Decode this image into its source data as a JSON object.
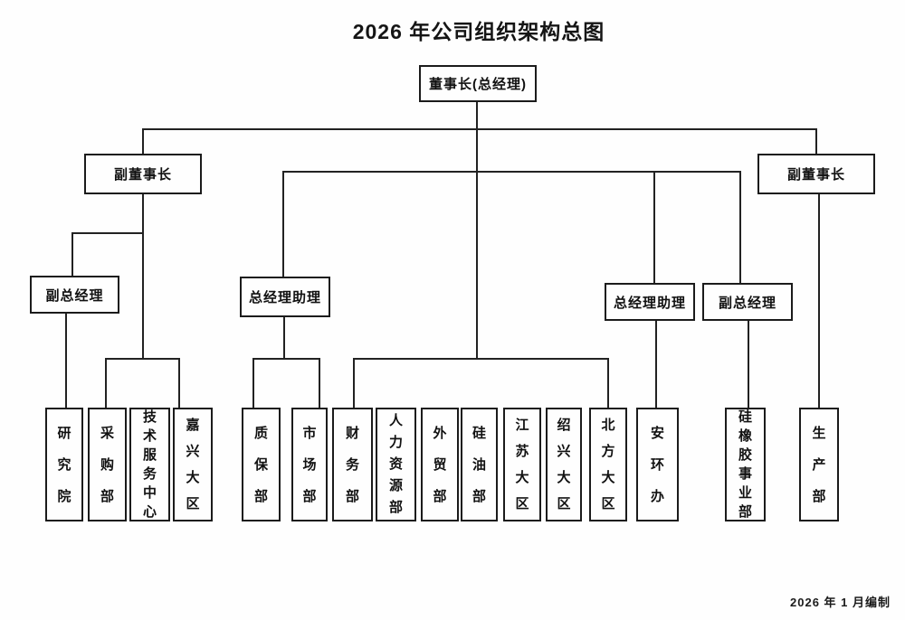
{
  "page": {
    "title": "2026 年公司组织架构总图",
    "footer_note": "2026 年 1 月编制"
  },
  "org": {
    "chairman": {
      "label": "董事长(总经理)"
    },
    "vice_chairman_left": {
      "label": "副董事长"
    },
    "vice_chairman_right": {
      "label": "副董事长"
    },
    "deputy_gm_left": {
      "label": "副总经理"
    },
    "gm_assistant_left": {
      "label": "总经理助理"
    },
    "gm_assistant_right": {
      "label": "总经理助理"
    },
    "deputy_gm_right": {
      "label": "副总经理"
    },
    "departments": [
      {
        "label": "研究院"
      },
      {
        "label": "采购部"
      },
      {
        "label": "技术服务中心"
      },
      {
        "label": "嘉兴大区"
      },
      {
        "label": "质保部"
      },
      {
        "label": "市场部"
      },
      {
        "label": "财务部"
      },
      {
        "label": "人力资源部"
      },
      {
        "label": "外贸部"
      },
      {
        "label": "硅油部"
      },
      {
        "label": "江苏大区"
      },
      {
        "label": "绍兴大区"
      },
      {
        "label": "北方大区"
      },
      {
        "label": "安环办"
      },
      {
        "label": "硅橡胶事业部"
      },
      {
        "label": "生产部"
      }
    ]
  }
}
